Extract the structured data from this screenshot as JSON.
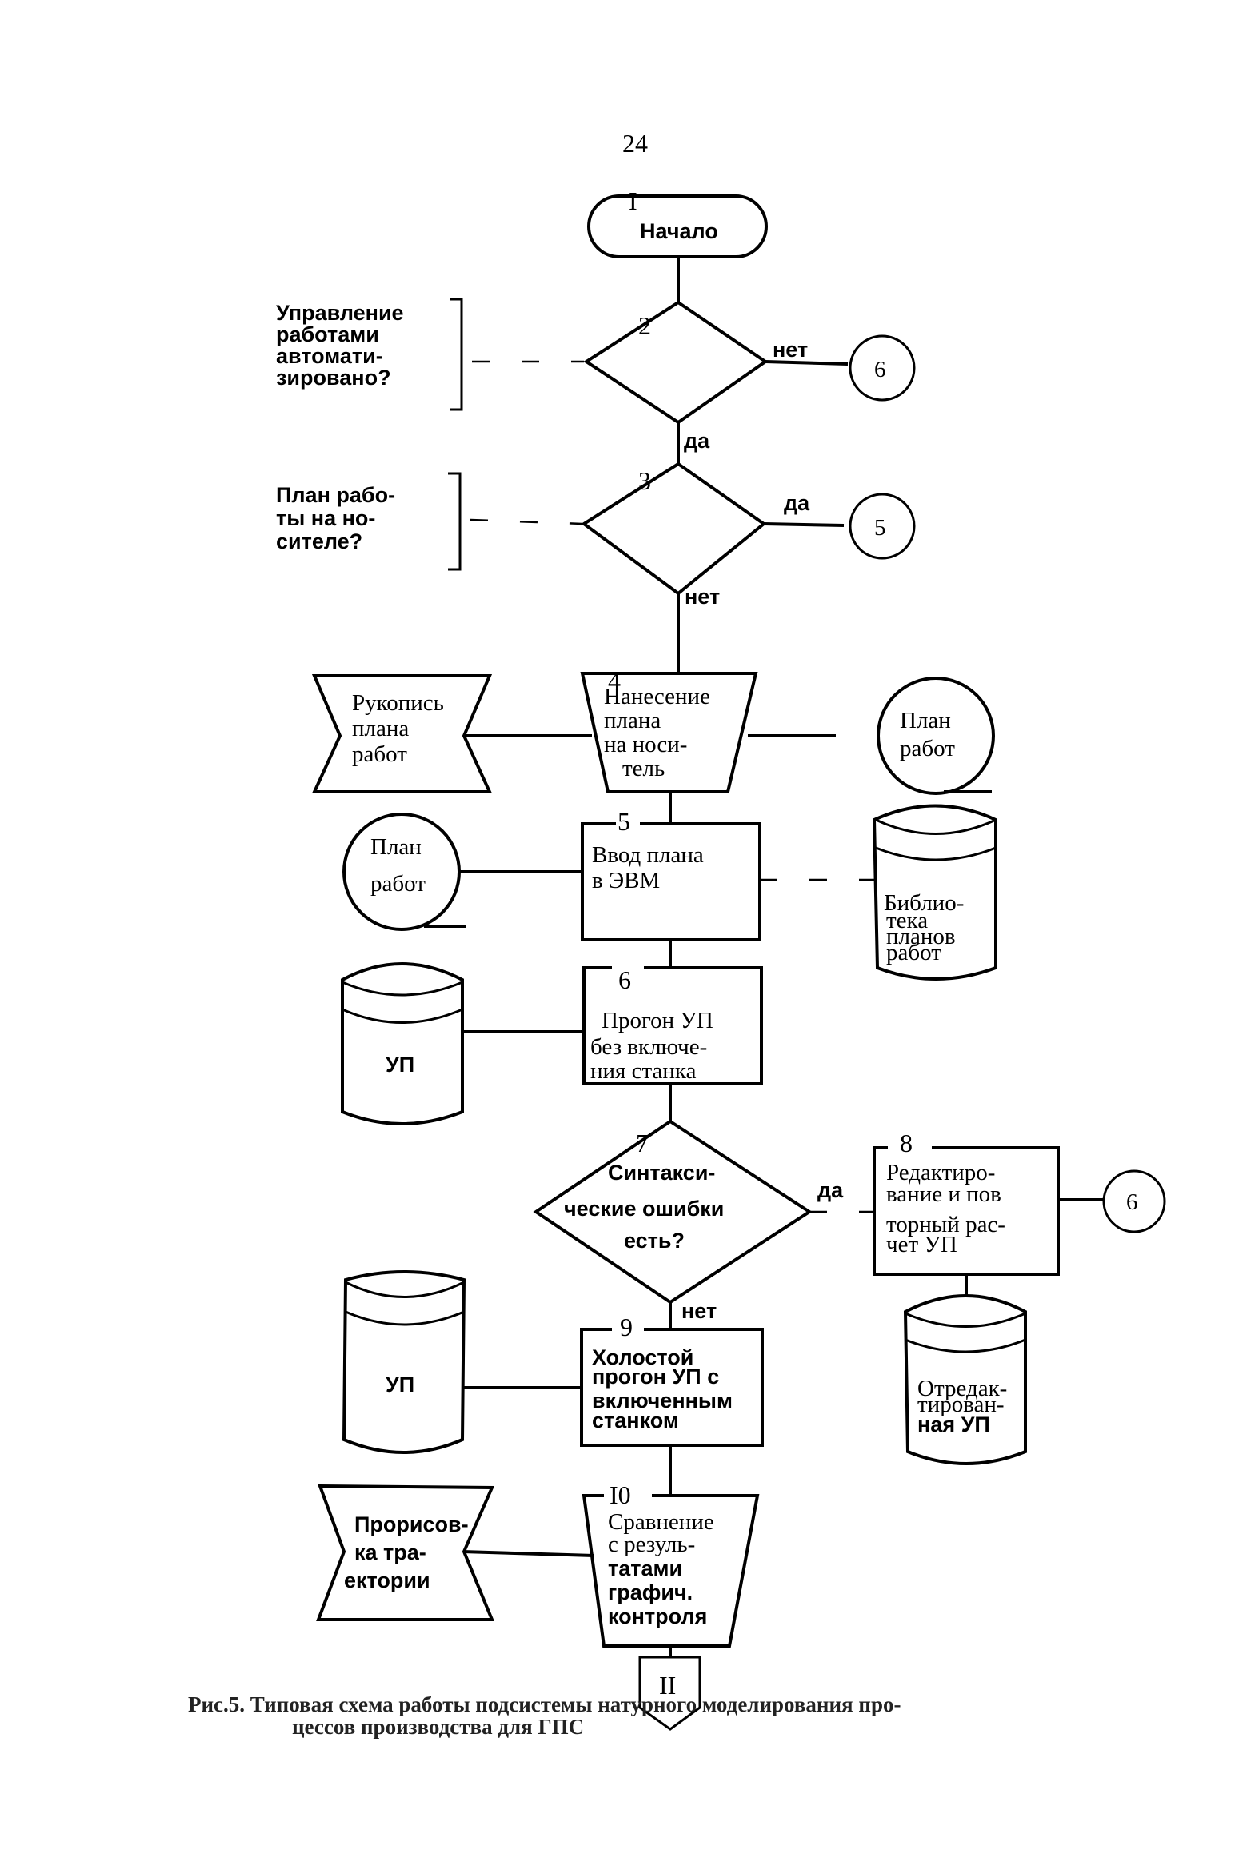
{
  "page_number": "24",
  "nodes": {
    "n1": {
      "num": "I",
      "lines": [
        "Начало"
      ]
    },
    "n2": {
      "num": "2",
      "comment": [
        "Управление",
        "работами",
        "автомати-",
        "зировано?"
      ],
      "no_label": "нет",
      "yes_label": "да",
      "connector": "6"
    },
    "n3": {
      "num": "3",
      "comment": [
        "План рабо-",
        "ты на но-",
        "сителе?"
      ],
      "yes_label": "да",
      "no_label": "нет",
      "connector": "5"
    },
    "n4": {
      "num": "4",
      "lines": [
        "Нанесение",
        "плана",
        "на носи-",
        "тель"
      ],
      "input_doc": [
        "Рукопись",
        "плана",
        "работ"
      ],
      "output_doc": [
        "План",
        "работ"
      ]
    },
    "n5": {
      "num": "5",
      "lines": [
        "Ввод плана",
        "в ЭВМ"
      ],
      "input_doc": [
        "План",
        "работ"
      ],
      "storage": [
        "Библио-",
        "тека",
        "планов",
        "работ"
      ]
    },
    "n6": {
      "num": "6",
      "lines": [
        "Прогон УП",
        "без включе-",
        "ния станка"
      ],
      "storage": [
        "УП"
      ]
    },
    "n7": {
      "num": "7",
      "lines": [
        "Синтакси-",
        "ческие ошибки",
        "есть?"
      ],
      "yes_label": "да",
      "no_label": "нет"
    },
    "n8": {
      "num": "8",
      "lines": [
        "Редактиро-",
        "вание и пов",
        "торный рас-",
        "чет УП"
      ],
      "connector": "6",
      "storage": [
        "Отредак-",
        "тирован-",
        "ная УП"
      ]
    },
    "n9": {
      "num": "9",
      "lines": [
        "Холостой",
        "прогон УП с",
        "включенным",
        "станком"
      ],
      "storage": [
        "УП"
      ]
    },
    "n10": {
      "num": "I0",
      "lines": [
        "Сравнение",
        "с резуль-",
        "татами",
        "графич.",
        "контроля"
      ],
      "input_doc": [
        "Прорисов-",
        "ка тра-",
        "ектории"
      ]
    },
    "n11": {
      "num": "II"
    }
  },
  "caption": [
    "Рис.5. Типовая схема работы подсистемы натурного моделирования про-",
    "цессов производства для ГПС"
  ]
}
